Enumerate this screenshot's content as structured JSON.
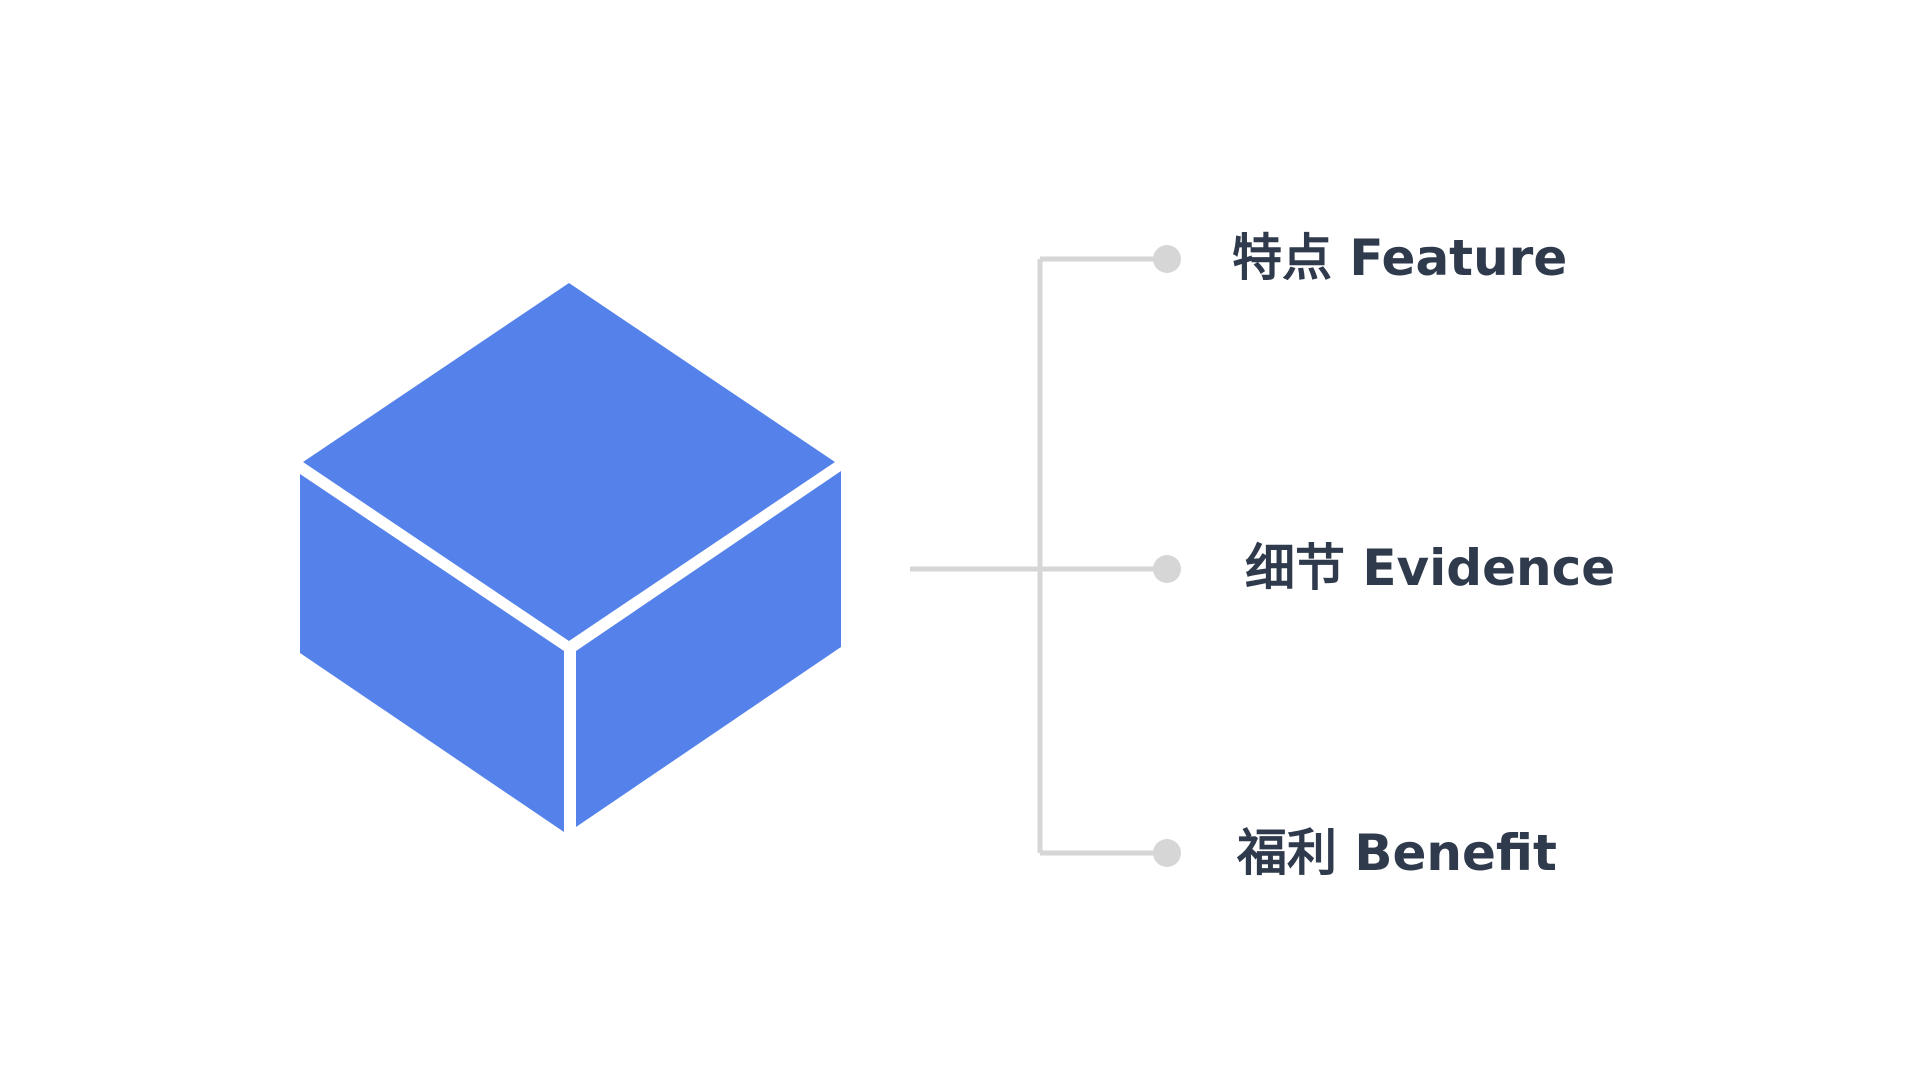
{
  "colors": {
    "cube": "#5482ea",
    "connector": "#d6d6d6",
    "text": "#2f3a4c",
    "background": "#ffffff"
  },
  "items": [
    {
      "label": "特点 Feature"
    },
    {
      "label": "细节 Evidence"
    },
    {
      "label": "福利 Benefit"
    }
  ]
}
